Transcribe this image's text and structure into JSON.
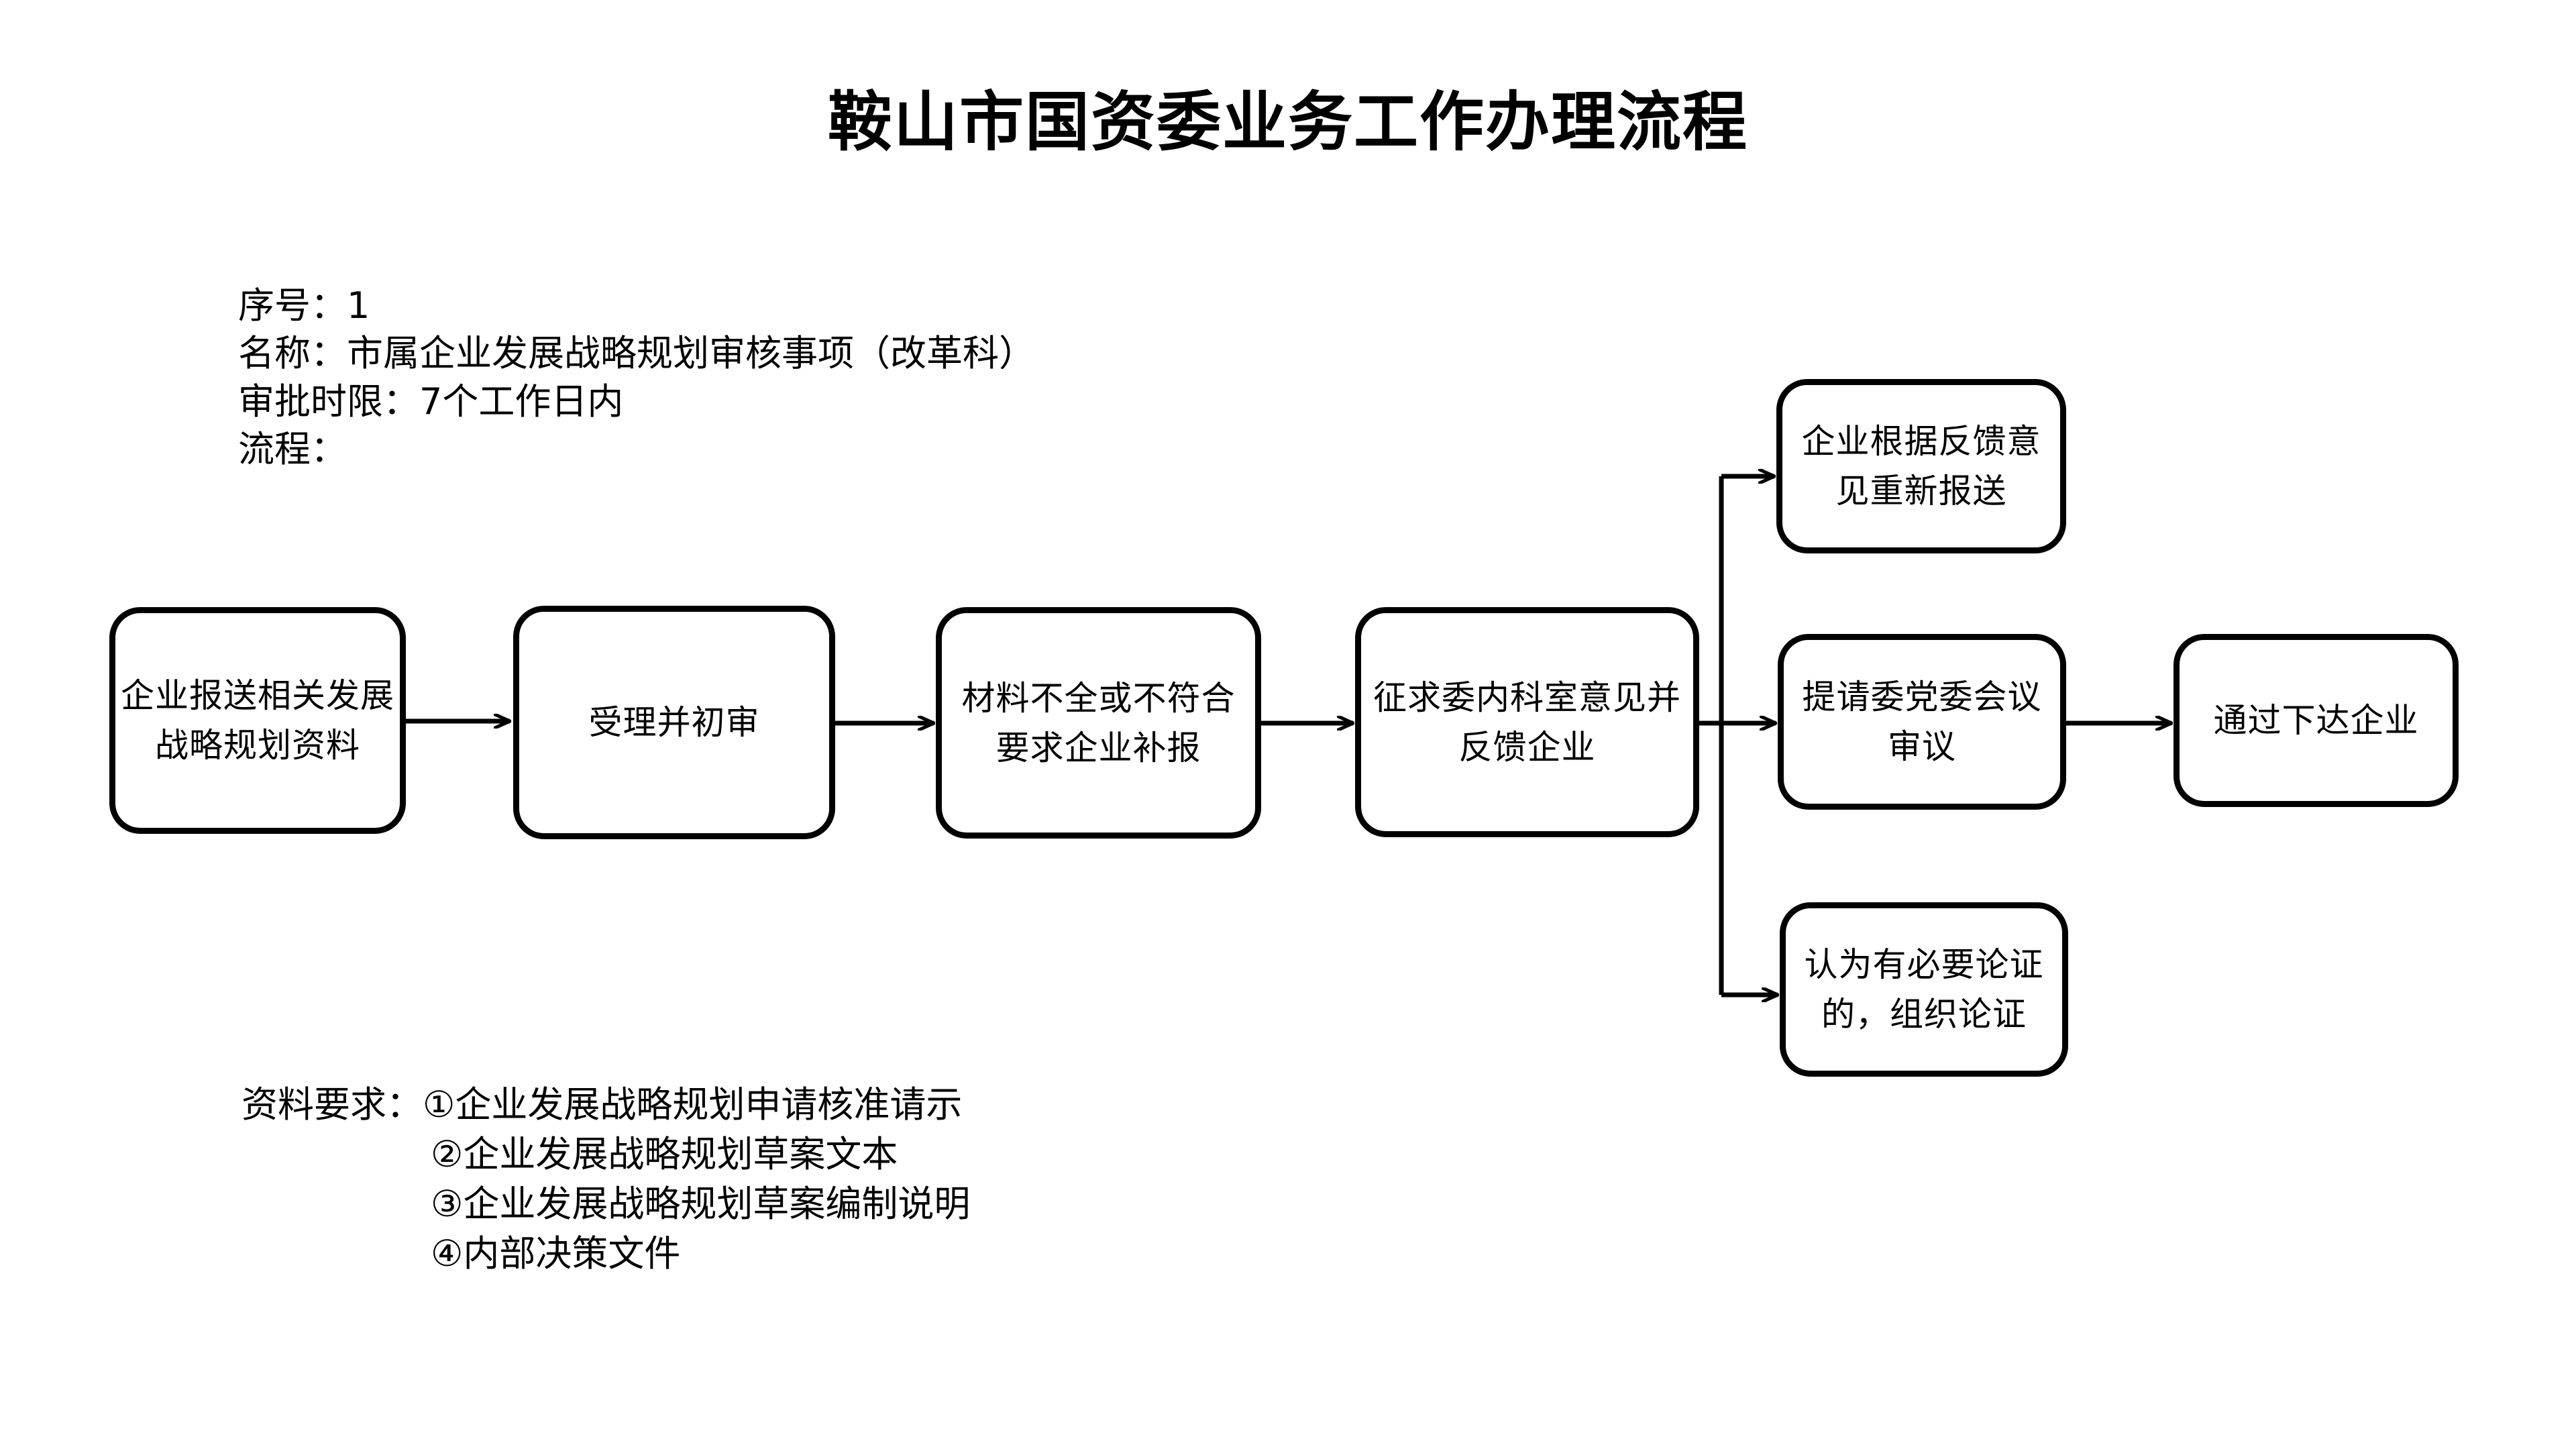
{
  "document": {
    "title": "鞍山市国资委业务工作办理流程"
  },
  "meta": {
    "lines": [
      "序号：1",
      "名称：市属企业发展战略规划审核事项（改革科）",
      "审批时限：7个工作日内",
      "流程："
    ]
  },
  "flow": {
    "boxes": [
      {
        "id": "submit",
        "text": "企业报送相关发展战略规划资料"
      },
      {
        "id": "accept",
        "text": "受理并初审"
      },
      {
        "id": "incomplete",
        "text": "材料不全或不符合要求企业补报"
      },
      {
        "id": "consult",
        "text": "征求委内科室意见并反馈企业"
      },
      {
        "id": "resubmit",
        "text": "企业根据反馈意见重新报送"
      },
      {
        "id": "party",
        "text": "提请委党委会议审议"
      },
      {
        "id": "argue",
        "text": "认为有必要论证的，组织论证"
      },
      {
        "id": "pass",
        "text": "通过下达企业"
      }
    ],
    "connectors": [
      {
        "from": "submit",
        "to": "accept"
      },
      {
        "from": "accept",
        "to": "incomplete"
      },
      {
        "from": "incomplete",
        "to": "consult"
      },
      {
        "from": "consult",
        "to": "resubmit"
      },
      {
        "from": "consult",
        "to": "party"
      },
      {
        "from": "consult",
        "to": "argue"
      },
      {
        "from": "party",
        "to": "pass"
      }
    ]
  },
  "requirements": {
    "label": "资料要求：",
    "items": [
      "①企业发展战略规划申请核准请示",
      "②企业发展战略规划草案文本",
      "③企业发展战略规划草案编制说明",
      "④内部决策文件"
    ],
    "line1": "资料要求：①企业发展战略规划申请核准请示",
    "line2": "②企业发展战略规划草案文本",
    "line3": "③企业发展战略规划草案编制说明",
    "line4": "④内部决策文件"
  },
  "colors": {
    "background": "#ffffff",
    "ink": "#000000"
  }
}
